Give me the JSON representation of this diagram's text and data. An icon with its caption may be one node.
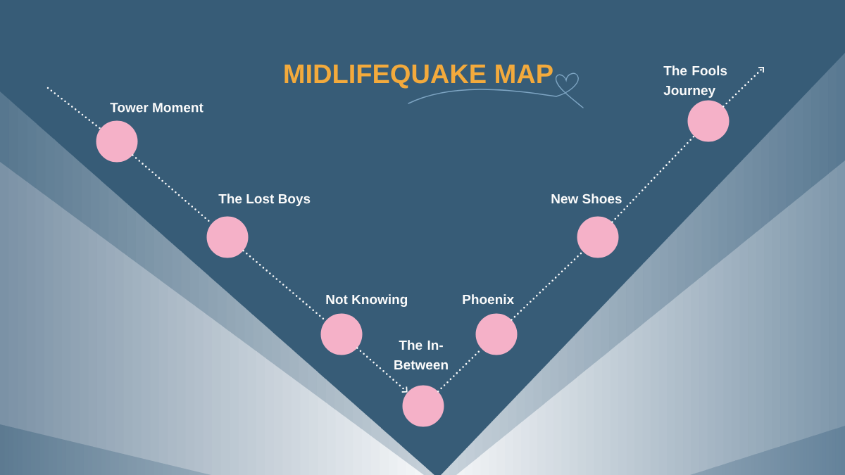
{
  "diagram": {
    "title": "MIDLIFEQUAKE MAP",
    "nodes": [
      {
        "text": [],
        "shape": "circle",
        "beside": [
          "Tower Moment"
        ]
      },
      {
        "text": [],
        "shape": "circle",
        "beside": [
          "The Lost Boys"
        ]
      },
      {
        "text": [],
        "shape": "circle",
        "beside": [
          "Not Knowing"
        ]
      },
      {
        "text": [],
        "shape": "circle",
        "beside": [
          "The In-Between"
        ]
      },
      {
        "text": [],
        "shape": "circle",
        "beside": [
          "Phoenix"
        ]
      },
      {
        "text": [],
        "shape": "circle",
        "beside": [
          "New Shoes"
        ]
      },
      {
        "text": [],
        "shape": "circle",
        "beside": [
          "The Fools Journey"
        ]
      }
    ],
    "edges": [
      {
        "from": null,
        "to": 0,
        "arrow": "none",
        "style": "dashed"
      },
      {
        "from": 0,
        "to": 1,
        "arrow": "none",
        "style": "dashed"
      },
      {
        "from": 1,
        "to": 2,
        "arrow": "none",
        "style": "dashed"
      },
      {
        "from": 2,
        "to": 3,
        "arrow": "to",
        "style": "dashed"
      },
      {
        "from": 3,
        "to": 4,
        "arrow": "none",
        "style": "dashed"
      },
      {
        "from": 4,
        "to": 5,
        "arrow": "none",
        "style": "dashed"
      },
      {
        "from": 5,
        "to": 6,
        "arrow": "none",
        "style": "dashed"
      },
      {
        "from": 6,
        "to": null,
        "arrow": "to",
        "style": "dashed"
      }
    ]
  }
}
